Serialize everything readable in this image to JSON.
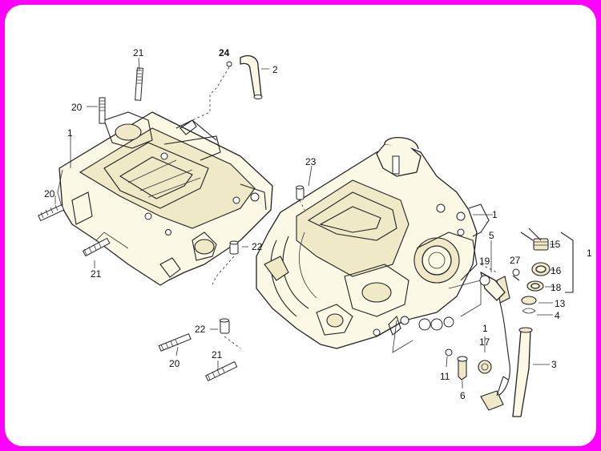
{
  "frame_color": "#ff00ff",
  "background": "#ffffff",
  "callouts": {
    "c21_top": "21",
    "c24": "24",
    "c2": "2",
    "c20_top": "20",
    "c1_left": "1",
    "c23": "23",
    "c20_left": "20",
    "c21_left": "21",
    "c22_mid": "22",
    "c1_right": "1",
    "c5": "5",
    "c15": "15",
    "c19": "19",
    "c27": "27",
    "c16": "16",
    "c1_group": "1",
    "c18": "18",
    "c13": "13",
    "c4": "4",
    "c22_low": "22",
    "c1_low": "1",
    "c17": "17",
    "c3": "3",
    "c20_low": "20",
    "c21_low": "21",
    "c11": "11",
    "c6": "6"
  }
}
